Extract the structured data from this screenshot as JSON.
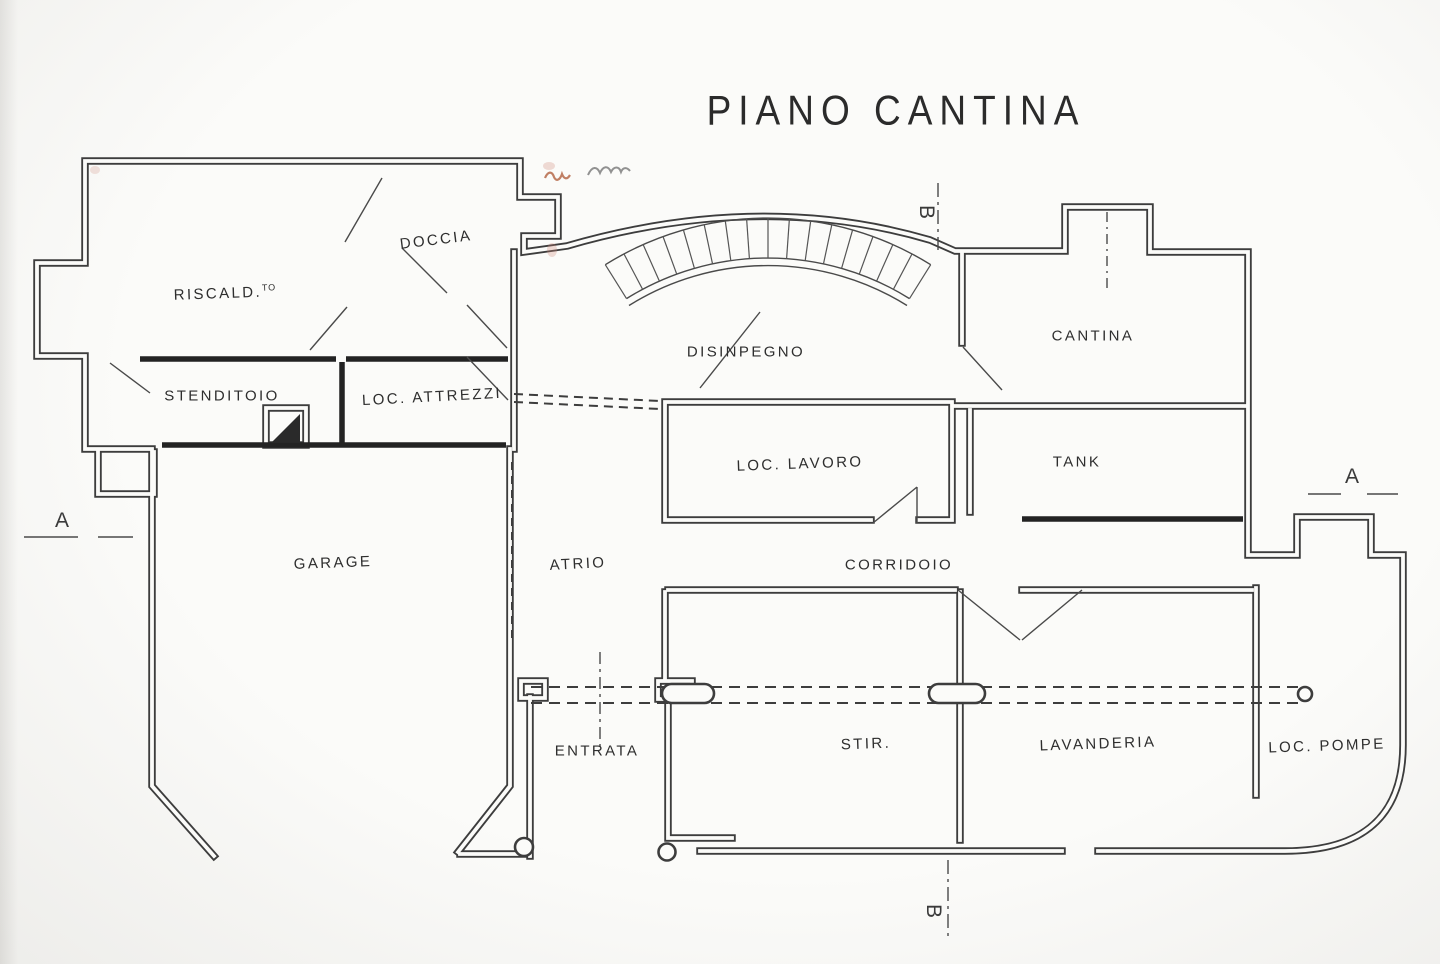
{
  "title": "PIANO CANTINA",
  "rooms": {
    "riscaldamento": {
      "label": "RISCALD.",
      "sup": "TO"
    },
    "doccia": {
      "label": "DOCCIA"
    },
    "stenditoio": {
      "label": "STENDITOIO"
    },
    "loc_attrezzi": {
      "label": "LOC. ATTREZZI"
    },
    "disinpegno": {
      "label": "DISINPEGNO"
    },
    "cantina": {
      "label": "CANTINA"
    },
    "loc_lavoro": {
      "label": "LOC. LAVORO"
    },
    "tank": {
      "label": "TANK"
    },
    "garage": {
      "label": "GARAGE"
    },
    "atrio": {
      "label": "ATRIO"
    },
    "corridoio": {
      "label": "CORRIDOIO"
    },
    "entrata": {
      "label": "ENTRATA"
    },
    "stireria": {
      "label": "STIR."
    },
    "lavanderia": {
      "label": "LAVANDERIA"
    },
    "loc_pompe": {
      "label": "LOC. POMPE"
    }
  },
  "section_markers": {
    "a_left": {
      "label": "A"
    },
    "a_right": {
      "label": "A"
    },
    "b_top": {
      "label": "B"
    },
    "b_bottom": {
      "label": "B"
    }
  },
  "colors": {
    "ink": "#3d3d3d",
    "heavy_wall": "#232323",
    "annotation_red": "#b2603f",
    "pencil": "#6e6e6e",
    "paper": "#fbfbf9"
  }
}
